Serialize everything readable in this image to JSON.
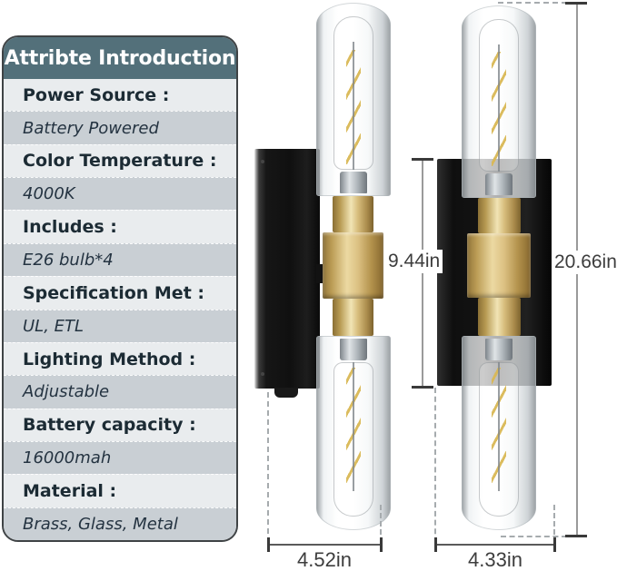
{
  "panel": {
    "title": "Attribte Introduction",
    "rows": [
      {
        "label": "Power Source :",
        "value": "Battery Powered"
      },
      {
        "label": "Color Temperature :",
        "value": "4000K"
      },
      {
        "label": "Includes :",
        "value": "E26 bulb*4"
      },
      {
        "label": "Specification Met :",
        "value": "UL, ETL"
      },
      {
        "label": "Lighting Method :",
        "value": "Adjustable"
      },
      {
        "label": "Battery capacity :",
        "value": "16000mah"
      },
      {
        "label": "Material :",
        "value": "Brass, Glass, Metal"
      }
    ]
  },
  "dimensions": {
    "plate_height": "9.44in",
    "total_height": "20.66in",
    "left_fixture_width": "4.52in",
    "right_fixture_width": "4.33in"
  },
  "colors": {
    "header_bg": "#53707a",
    "label_row_bg": "#e9ecee",
    "value_row_bg": "#c9cfd4",
    "panel_text": "#1c2b34",
    "brass": "#d7bd7c",
    "backplate_black": "#131313",
    "dimension_text": "#3d3d3d"
  }
}
